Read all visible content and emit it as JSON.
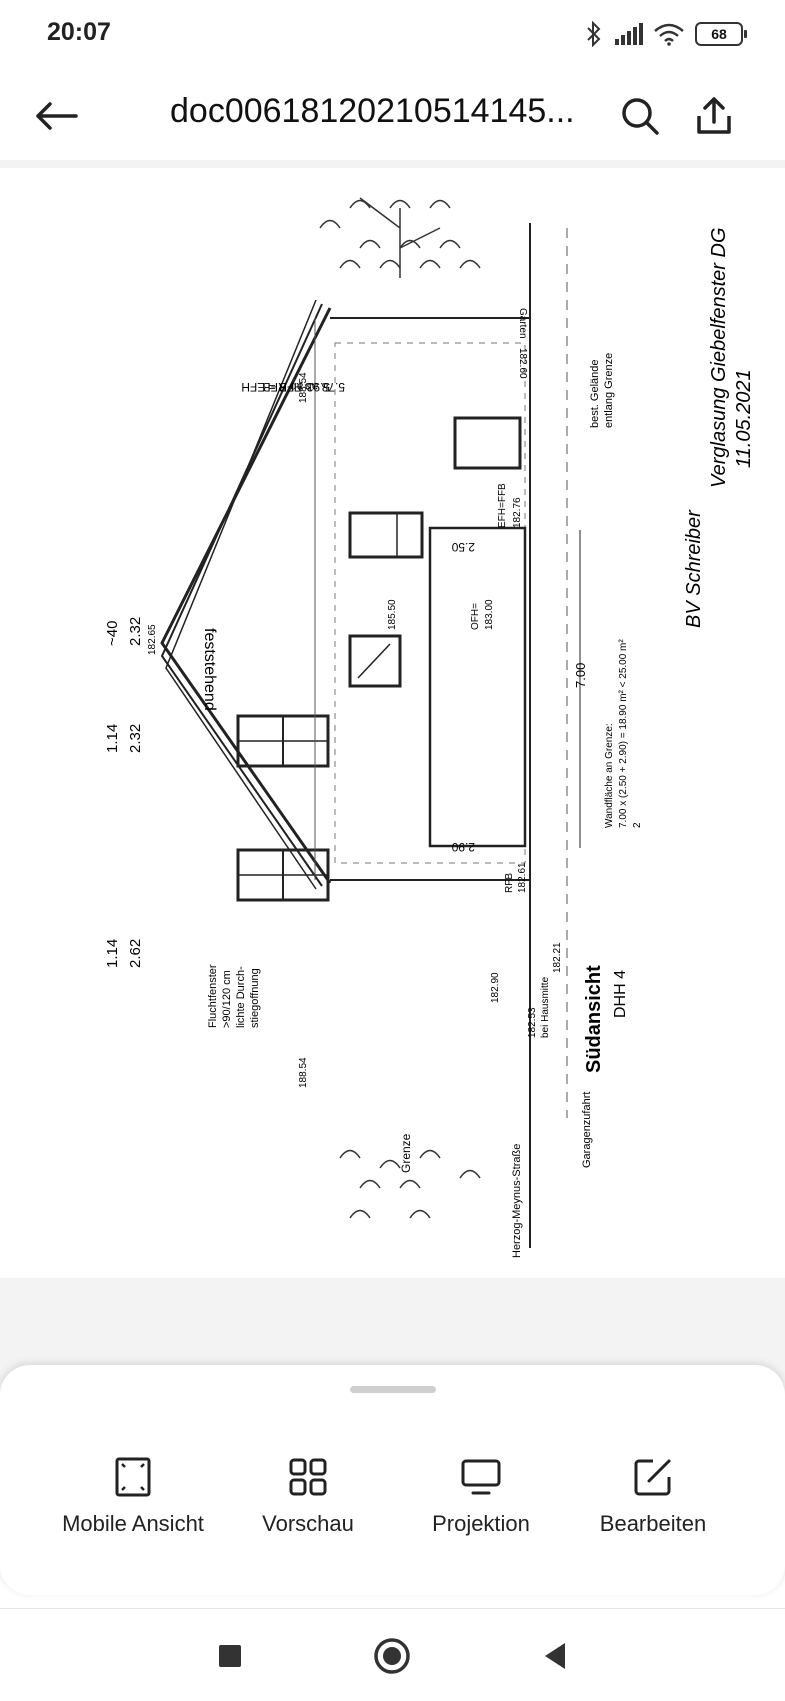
{
  "status_bar": {
    "time": "20:07",
    "battery": "68"
  },
  "toolbar": {
    "title": "doc00618120210514145..."
  },
  "drawing": {
    "title": "Südansicht",
    "subtitle": "DHH 4",
    "label_feststehend": "feststehend",
    "label_fluchtfenster": [
      "Fluchtfenster",
      ">90/120 cm",
      "lichte Durch-",
      "stiegoffnung"
    ],
    "label_grenze": "Grenze",
    "label_street": "Herzog-Meynus-Straße",
    "label_garage": "Garagenzufahrt",
    "label_gelaende": [
      "best. Gelände",
      "entlang Grenze"
    ],
    "heights": [
      "188.54",
      "188.54",
      "182.65",
      "185.50",
      "183.00",
      "182.76",
      "182.61",
      "182.21",
      "182.90",
      "182.53",
      "182.60"
    ],
    "labels_misc": [
      "EFH=FFB",
      "OFH=",
      "RFB",
      "bei Hausmitte",
      "Garten"
    ],
    "dims_top": [
      "1.14",
      "2.32",
      "1.14",
      "2.62",
      "~40",
      "2.32"
    ],
    "dims_side": [
      "5.78 ab FFB = EFH",
      "5.93 ab RFB"
    ],
    "dims_wall": [
      "2.90",
      "7.00",
      "2.50"
    ],
    "wall_area": [
      "Wandfläche an Grenze:",
      "7.00 x (2.50 + 2.90) = 18.90 m² < 25.00 m²",
      "2"
    ],
    "handwritten": [
      "BV Schreiber",
      "Verglasung Giebelfenster DG",
      "11.05.2021"
    ]
  },
  "bottom_sheet": {
    "actions": [
      {
        "label": "Mobile Ansicht",
        "icon": "mobile-view-icon"
      },
      {
        "label": "Vorschau",
        "icon": "grid-preview-icon"
      },
      {
        "label": "Projektion",
        "icon": "monitor-icon"
      },
      {
        "label": "Bearbeiten",
        "icon": "edit-icon"
      }
    ]
  },
  "nav": {
    "icons": [
      "square-icon",
      "circle-icon",
      "triangle-back-icon"
    ]
  }
}
